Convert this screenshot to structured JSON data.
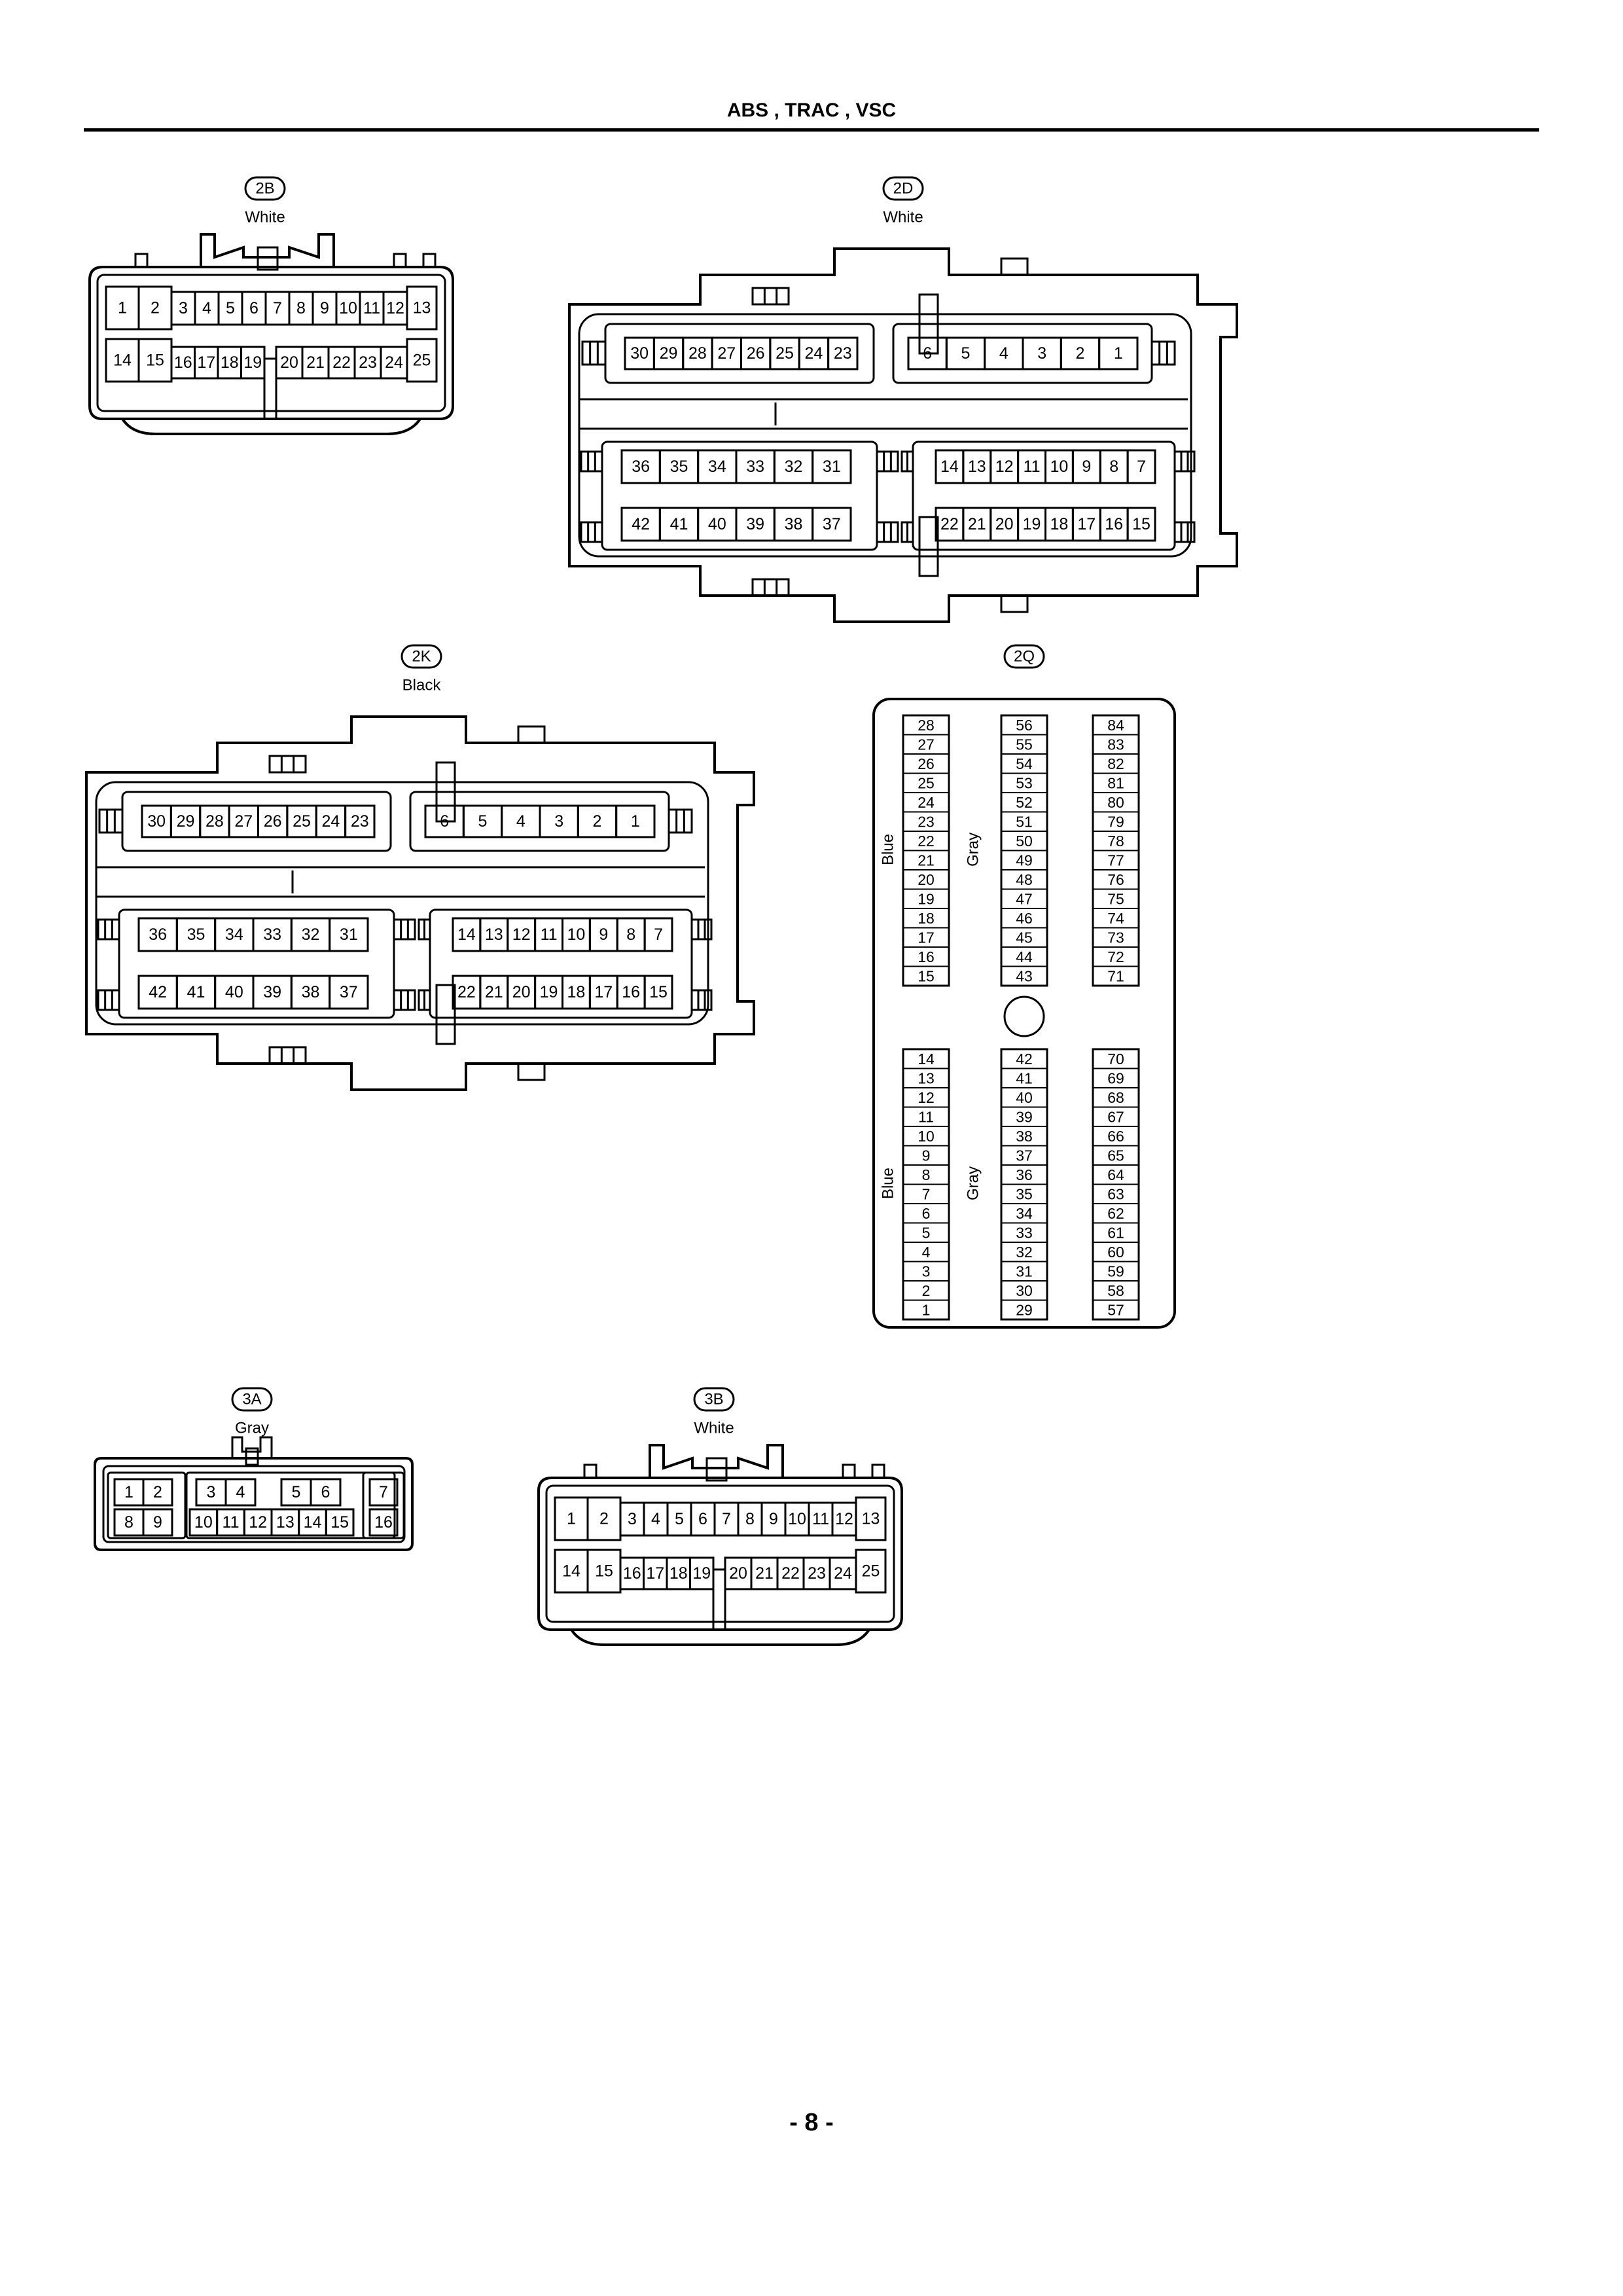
{
  "header": {
    "title": "ABS , TRAC , VSC"
  },
  "footer": {
    "page_number": "- 8 -"
  },
  "connectors": {
    "c2b": {
      "code": "2B",
      "color": "White",
      "row1": [
        "1",
        "2",
        "3",
        "4",
        "5",
        "6",
        "7",
        "8",
        "9",
        "10",
        "11",
        "12",
        "13"
      ],
      "row2": [
        "14",
        "15",
        "16",
        "17",
        "18",
        "19",
        "20",
        "21",
        "22",
        "23",
        "24",
        "25"
      ]
    },
    "c2d": {
      "code": "2D",
      "color": "White",
      "a1": [
        "30",
        "29",
        "28",
        "27",
        "26",
        "25",
        "24",
        "23"
      ],
      "a2": [
        "6",
        "5",
        "4",
        "3",
        "2",
        "1"
      ],
      "b1": [
        "36",
        "35",
        "34",
        "33",
        "32",
        "31"
      ],
      "b2": [
        "14",
        "13",
        "12",
        "11",
        "10",
        "9",
        "8",
        "7"
      ],
      "c1": [
        "42",
        "41",
        "40",
        "39",
        "38",
        "37"
      ],
      "c2": [
        "22",
        "21",
        "20",
        "19",
        "18",
        "17",
        "16",
        "15"
      ]
    },
    "c2k": {
      "code": "2K",
      "color": "Black",
      "a1": [
        "30",
        "29",
        "28",
        "27",
        "26",
        "25",
        "24",
        "23"
      ],
      "a2": [
        "6",
        "5",
        "4",
        "3",
        "2",
        "1"
      ],
      "b1": [
        "36",
        "35",
        "34",
        "33",
        "32",
        "31"
      ],
      "b2": [
        "14",
        "13",
        "12",
        "11",
        "10",
        "9",
        "8",
        "7"
      ],
      "c1": [
        "42",
        "41",
        "40",
        "39",
        "38",
        "37"
      ],
      "c2": [
        "22",
        "21",
        "20",
        "19",
        "18",
        "17",
        "16",
        "15"
      ]
    },
    "c2q": {
      "code": "2Q",
      "label_blue": "Blue",
      "label_gray": "Gray",
      "top_col1": [
        "28",
        "27",
        "26",
        "25",
        "24",
        "23",
        "22",
        "21",
        "20",
        "19",
        "18",
        "17",
        "16",
        "15"
      ],
      "top_col2": [
        "56",
        "55",
        "54",
        "53",
        "52",
        "51",
        "50",
        "49",
        "48",
        "47",
        "46",
        "45",
        "44",
        "43"
      ],
      "top_col3": [
        "84",
        "83",
        "82",
        "81",
        "80",
        "79",
        "78",
        "77",
        "76",
        "75",
        "74",
        "73",
        "72",
        "71"
      ],
      "bot_col1": [
        "14",
        "13",
        "12",
        "11",
        "10",
        "9",
        "8",
        "7",
        "6",
        "5",
        "4",
        "3",
        "2",
        "1"
      ],
      "bot_col2": [
        "42",
        "41",
        "40",
        "39",
        "38",
        "37",
        "36",
        "35",
        "34",
        "33",
        "32",
        "31",
        "30",
        "29"
      ],
      "bot_col3": [
        "70",
        "69",
        "68",
        "67",
        "66",
        "65",
        "64",
        "63",
        "62",
        "61",
        "60",
        "59",
        "58",
        "57"
      ]
    },
    "c3a": {
      "code": "3A",
      "color": "Gray",
      "row1": [
        "1",
        "2",
        "3",
        "4",
        "5",
        "6",
        "7"
      ],
      "row2": [
        "8",
        "9",
        "10",
        "11",
        "12",
        "13",
        "14",
        "15",
        "16"
      ]
    },
    "c3b": {
      "code": "3B",
      "color": "White",
      "row1": [
        "1",
        "2",
        "3",
        "4",
        "5",
        "6",
        "7",
        "8",
        "9",
        "10",
        "11",
        "12",
        "13"
      ],
      "row2": [
        "14",
        "15",
        "16",
        "17",
        "18",
        "19",
        "20",
        "21",
        "22",
        "23",
        "24",
        "25"
      ]
    }
  }
}
